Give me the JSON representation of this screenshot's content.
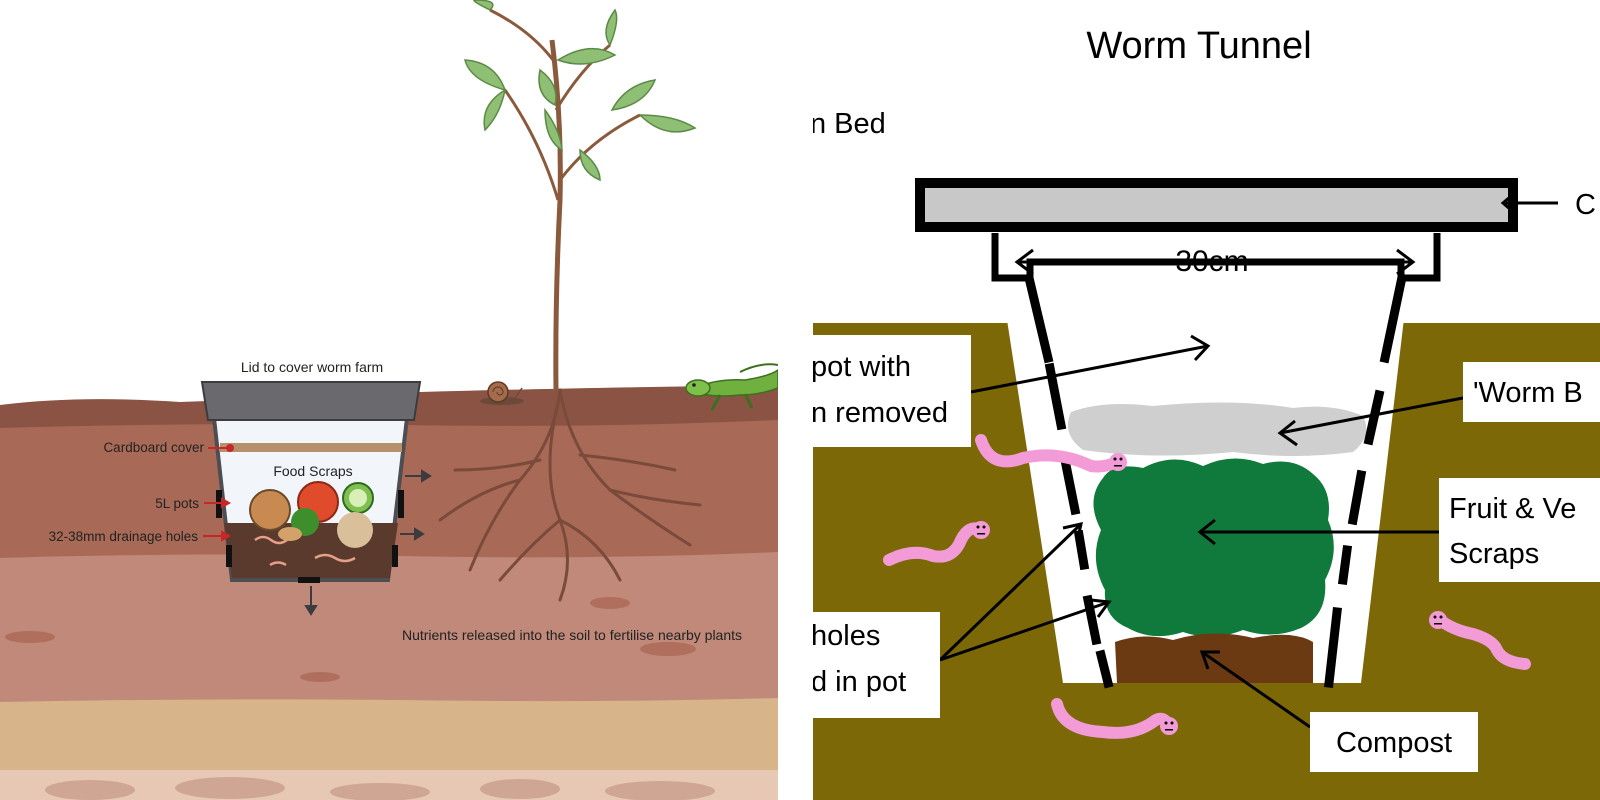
{
  "left_diagram": {
    "lid_label": "Lid to cover worm farm",
    "cardboard_label": "Cardboard cover",
    "food_scraps_label": "Food Scraps",
    "pots_label": "5L pots",
    "holes_label": "32-38mm drainage holes",
    "nutrients_label": "Nutrients released into the soil to fertilise nearby plants",
    "colors": {
      "topsoil": "#8b5344",
      "soil_mid": "#a86a56",
      "soil_low": "#c0897a",
      "sand": "#d8b48a",
      "pot": "#5a5a5e",
      "arrow": "#c62828"
    }
  },
  "right_diagram": {
    "title": "Worm Tunnel",
    "bed_label": "n Bed",
    "lid_label": "C",
    "width_label": "30cm",
    "pot_label_line1": "pot with",
    "pot_label_line2": "n removed",
    "bedding_label": "'Worm B",
    "scraps_label_line1": "Fruit & Ve",
    "scraps_label_line2": "Scraps",
    "holes_label_line1": "holes",
    "holes_label_line2": "d in pot",
    "compost_label": "Compost",
    "colors": {
      "soil": "#7d6808",
      "scraps": "#0f7a3c",
      "bedding": "#cfcfcf",
      "compost": "#6b3a12",
      "worm": "#f29bd6",
      "lid": "#c8c8c8"
    }
  }
}
